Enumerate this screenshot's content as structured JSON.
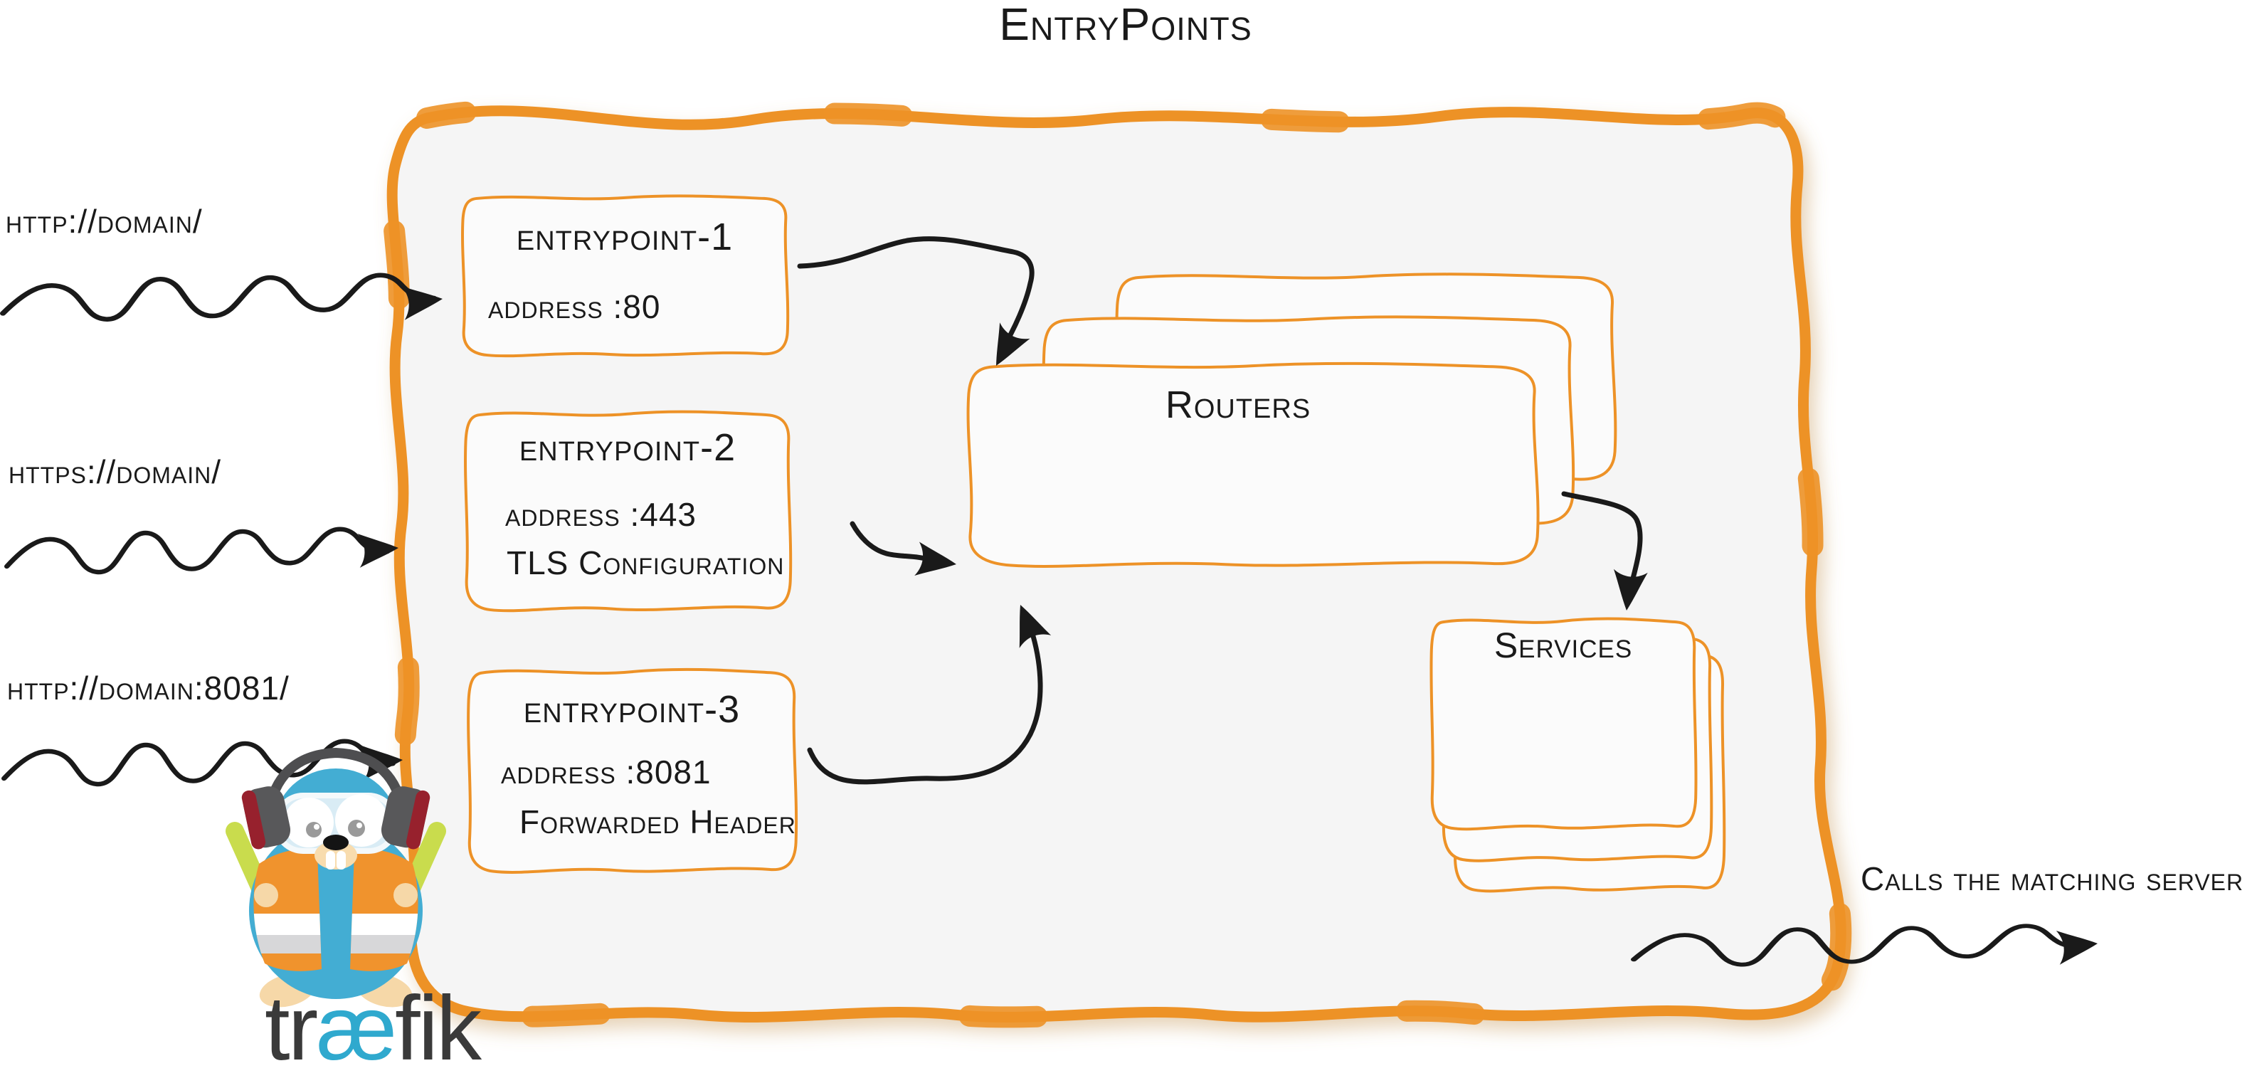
{
  "diagram_title": "EntryPoints",
  "incoming_requests": [
    {
      "label": "http://domain/"
    },
    {
      "label": "https://domain/"
    },
    {
      "label": "http://domain:8081/"
    }
  ],
  "entrypoints": [
    {
      "title": "entrypoint-1",
      "lines": [
        "address :80"
      ]
    },
    {
      "title": "entrypoint-2",
      "lines": [
        "address :443",
        "TLS Configuration"
      ]
    },
    {
      "title": "entrypoint-3",
      "lines": [
        "address :8081",
        "Forwarded Header"
      ]
    }
  ],
  "routers_label": "Routers",
  "services_label": "Services",
  "outgoing_note": "Calls the matching server",
  "logo": {
    "tr": "tr",
    "ae": "æ",
    "fik": "fik"
  },
  "colors": {
    "accent_orange": "#ED9227",
    "panel_fill": "#F5F5F5",
    "ink": "#1A1A1A",
    "logo_teal": "#2FA9CE",
    "logo_dark": "#3A3A3A"
  }
}
